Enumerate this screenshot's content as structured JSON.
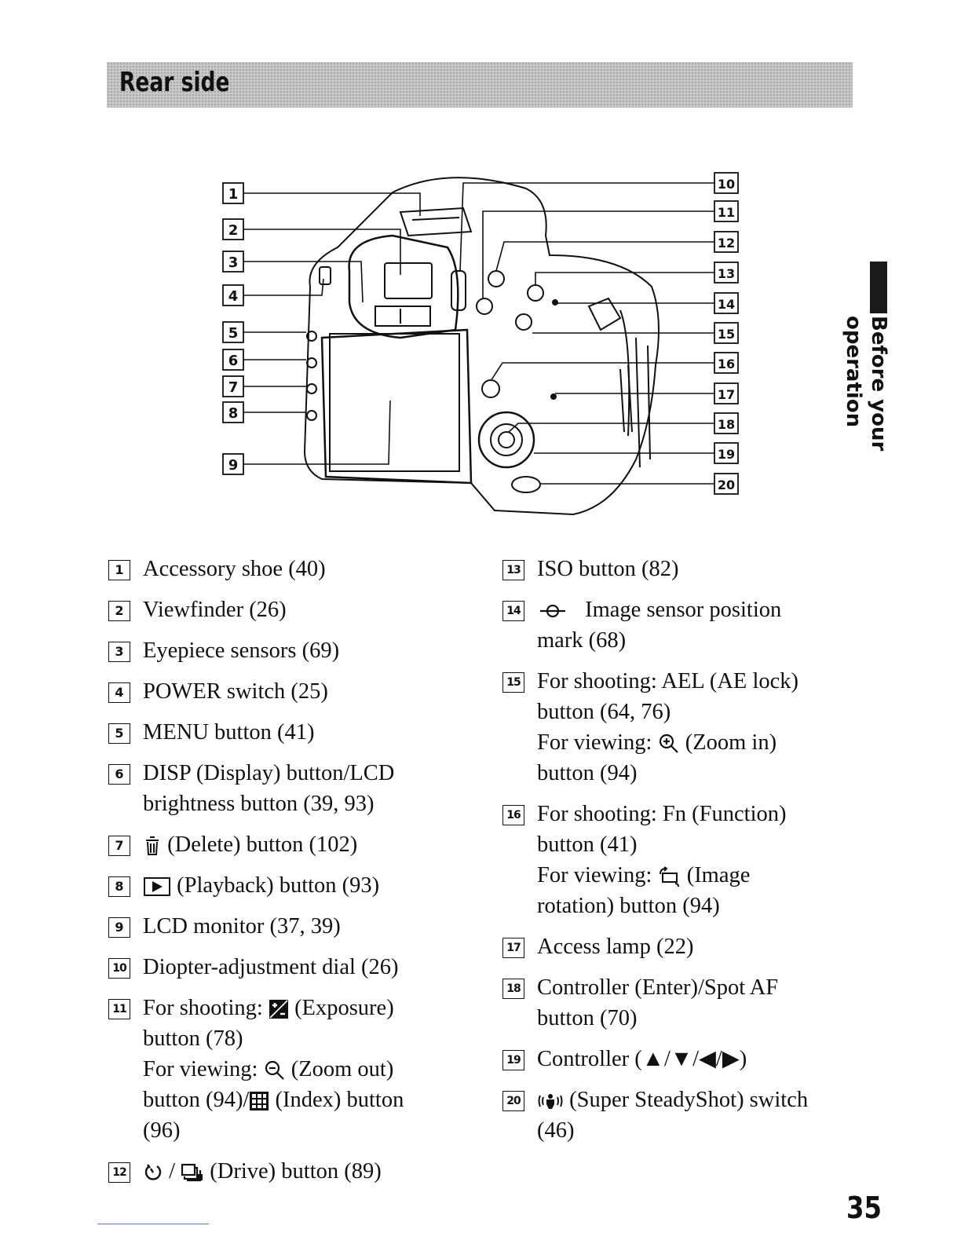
{
  "section_title": "Rear side",
  "side_label": "Before your operation",
  "page_number": "35",
  "callouts": [
    "1",
    "2",
    "3",
    "4",
    "5",
    "6",
    "7",
    "8",
    "9",
    "10",
    "11",
    "12",
    "13",
    "14",
    "15",
    "16",
    "17",
    "18",
    "19",
    "20"
  ],
  "items_left": [
    {
      "num": "1",
      "lines": [
        "Accessory shoe (40)"
      ]
    },
    {
      "num": "2",
      "lines": [
        "Viewfinder (26)"
      ]
    },
    {
      "num": "3",
      "lines": [
        "Eyepiece sensors (69)"
      ]
    },
    {
      "num": "4",
      "lines": [
        "POWER switch (25)"
      ]
    },
    {
      "num": "5",
      "lines": [
        "MENU button (41)"
      ]
    },
    {
      "num": "6",
      "lines": [
        "DISP (Display) button/LCD",
        "brightness button (39, 93)"
      ]
    },
    {
      "num": "7",
      "lines": [
        "(Delete) button (102)"
      ],
      "icon": "trash-icon"
    },
    {
      "num": "8",
      "lines": [
        "(Playback) button (93)"
      ],
      "icon": "playback-icon"
    },
    {
      "num": "9",
      "lines": [
        "LCD monitor (37, 39)"
      ]
    },
    {
      "num": "10",
      "lines": [
        "Diopter-adjustment dial (26)"
      ]
    },
    {
      "num": "11",
      "lines": [
        "For shooting:",
        "(Exposure)",
        "button (78)",
        "For viewing:",
        "(Zoom out)",
        "button (94)/",
        "(Index) button",
        "(96)"
      ],
      "icons": [
        "exposure-icon",
        "zoom-out-icon",
        "index-icon"
      ]
    },
    {
      "num": "12",
      "lines": [
        "/",
        "(Drive) button (89)"
      ],
      "icons": [
        "self-timer-icon",
        "continuous-drive-icon"
      ]
    }
  ],
  "items_right": [
    {
      "num": "13",
      "lines": [
        "ISO button (82)"
      ]
    },
    {
      "num": "14",
      "lines": [
        "Image sensor position",
        "mark (68)"
      ],
      "icon": "sensor-mark-icon"
    },
    {
      "num": "15",
      "lines": [
        "For shooting: AEL (AE lock)",
        "button (64, 76)",
        "For viewing:",
        "(Zoom in)",
        "button (94)"
      ],
      "icon": "zoom-in-icon"
    },
    {
      "num": "16",
      "lines": [
        "For shooting: Fn (Function)",
        "button (41)",
        "For viewing:",
        "(Image",
        "rotation) button (94)"
      ],
      "icon": "rotate-icon"
    },
    {
      "num": "17",
      "lines": [
        "Access lamp (22)"
      ]
    },
    {
      "num": "18",
      "lines": [
        "Controller (Enter)/Spot AF",
        "button (70)"
      ]
    },
    {
      "num": "19",
      "lines": [
        "Controller (▲/▼/◀/▶)"
      ]
    },
    {
      "num": "20",
      "lines": [
        "(Super SteadyShot) switch",
        "(46)"
      ],
      "icon": "steadyshot-icon"
    }
  ]
}
